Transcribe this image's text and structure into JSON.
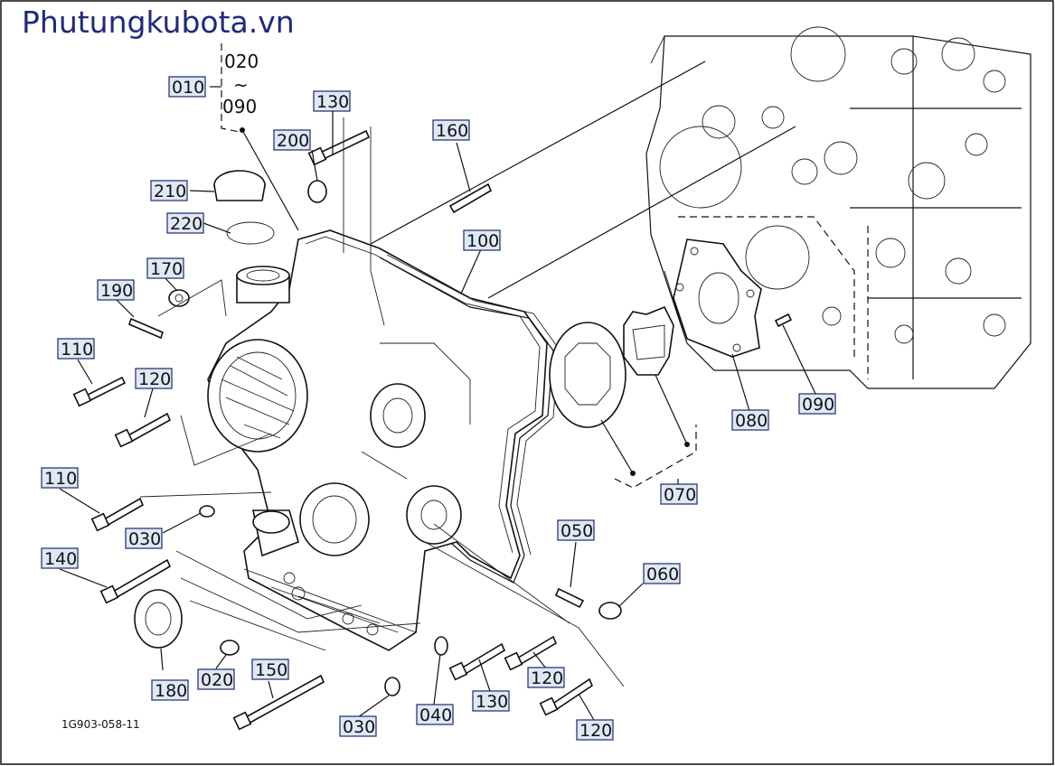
{
  "brand": "Phutungkubota.vn",
  "drawing_code": "1G903-058-11",
  "range_label": {
    "from": "020",
    "sep": "~",
    "to": "090"
  },
  "part_labels": [
    "010",
    "130",
    "200",
    "160",
    "210",
    "220",
    "100",
    "170",
    "190",
    "110",
    "120",
    "110",
    "030",
    "140",
    "180",
    "020",
    "150",
    "030",
    "040",
    "130",
    "120",
    "120",
    "050",
    "060",
    "070",
    "080",
    "090"
  ],
  "colors": {
    "brand": "#1f2a7a",
    "label_fill": "#dfe8f5",
    "label_border": "#1b2a6b",
    "ink": "#111111"
  }
}
